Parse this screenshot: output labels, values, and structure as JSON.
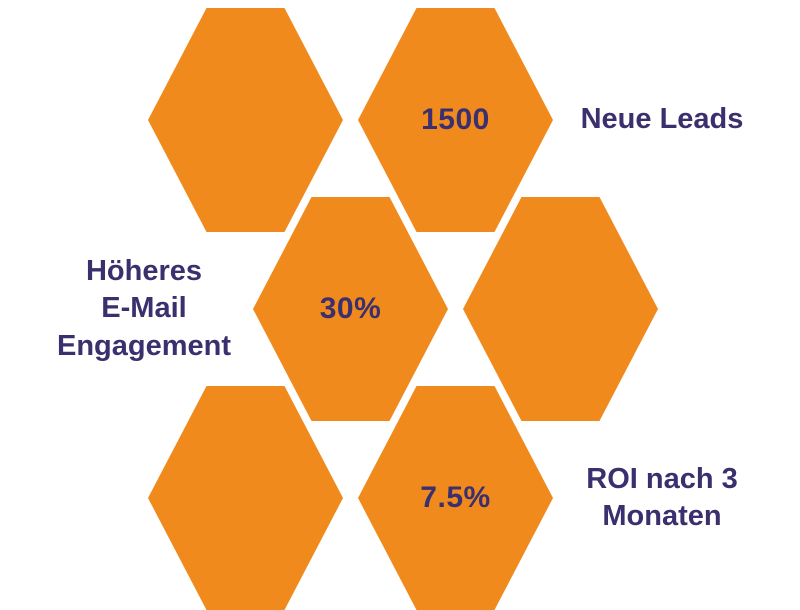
{
  "infographic": {
    "colors": {
      "hexagon": "#F18A1D",
      "text": "#3B2F6E"
    },
    "stats": [
      {
        "value": "1500",
        "label": "Neue Leads",
        "label_lines": [
          "Neue Leads"
        ]
      },
      {
        "value": "30%",
        "label": "Höheres E-Mail Engagement",
        "label_lines": [
          "Höheres",
          "E-Mail",
          "Engagement"
        ]
      },
      {
        "value": "7.5%",
        "label": "ROI nach 3 Monaten",
        "label_lines": [
          "ROI nach 3",
          "Monaten"
        ]
      }
    ]
  }
}
